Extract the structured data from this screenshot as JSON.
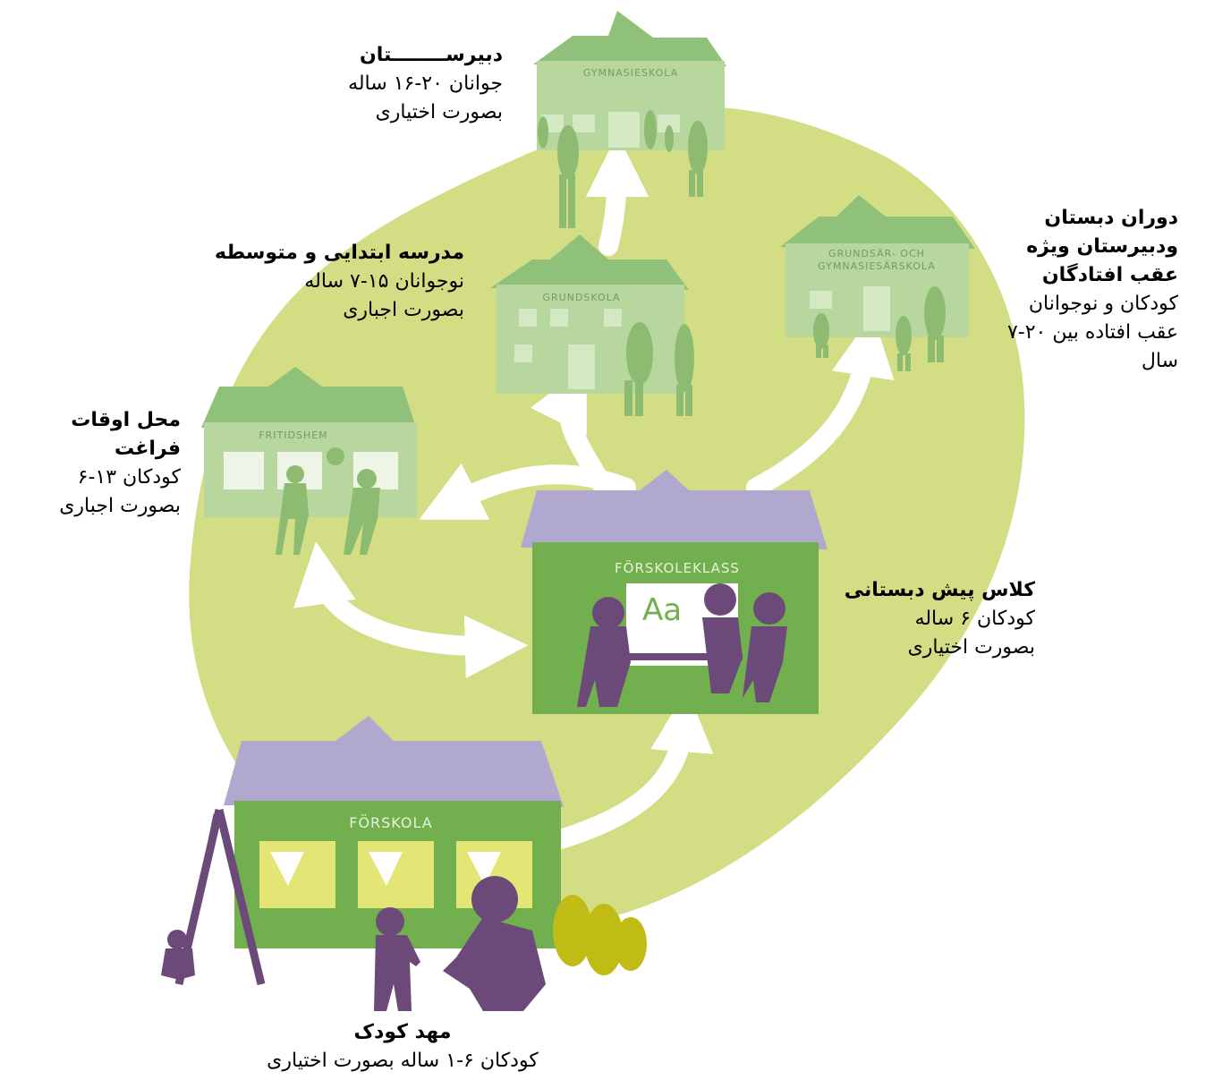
{
  "stages": {
    "gymnasieskola": {
      "sign": "GYMNASIESKOLA",
      "title": "دبیرســــــــتان",
      "line1": "جوانان ۲۰-۱۶ ساله",
      "line2": "بصورت اختیاری"
    },
    "grundskola": {
      "sign": "GRUNDSKOLA",
      "title": "مدرسه ابتدایی و متوسطه",
      "line1": "نوجوانان ۱۵-۷ ساله",
      "line2": "بصورت اجباری"
    },
    "sarskola": {
      "sign1": "GRUNDSÄR- OCH",
      "sign2": "GYMNASIESÄRSKOLA",
      "title1": "دوران دبستان",
      "title2": "ودبیرستان ویژه",
      "title3": "عقب افتادگان",
      "line1": "کودکان و نوجوانان",
      "line2": "عقب افتاده بین ۲۰-۷",
      "line3": "سال"
    },
    "fritidshem": {
      "sign": "FRITIDSHEM",
      "title": "محل اوقات فراغت",
      "line1": "کودکان ۱۳-۶",
      "line2": "بصورت اجباری"
    },
    "forskoleklass": {
      "sign": "FÖRSKOLEKLASS",
      "board": "Aa",
      "title": "کلاس پیش دبستانی",
      "line1": "کودکان ۶ ساله",
      "line2": "بصورت اختیاری"
    },
    "forskola": {
      "sign": "FÖRSKOLA",
      "title": "مهد کودک",
      "line1": "کودکان ۶-۱ ساله بصورت اختیاری"
    }
  },
  "colors": {
    "blob": "#d3de84",
    "house_light": "#b7d79f",
    "roof_light": "#8fc17a",
    "house_green": "#72b04f",
    "roof_purple": "#b1a8cf",
    "people_purple": "#6b4a7a",
    "people_green": "#7fae63",
    "arrow": "#ffffff",
    "window_yellow": "#e3e574"
  }
}
